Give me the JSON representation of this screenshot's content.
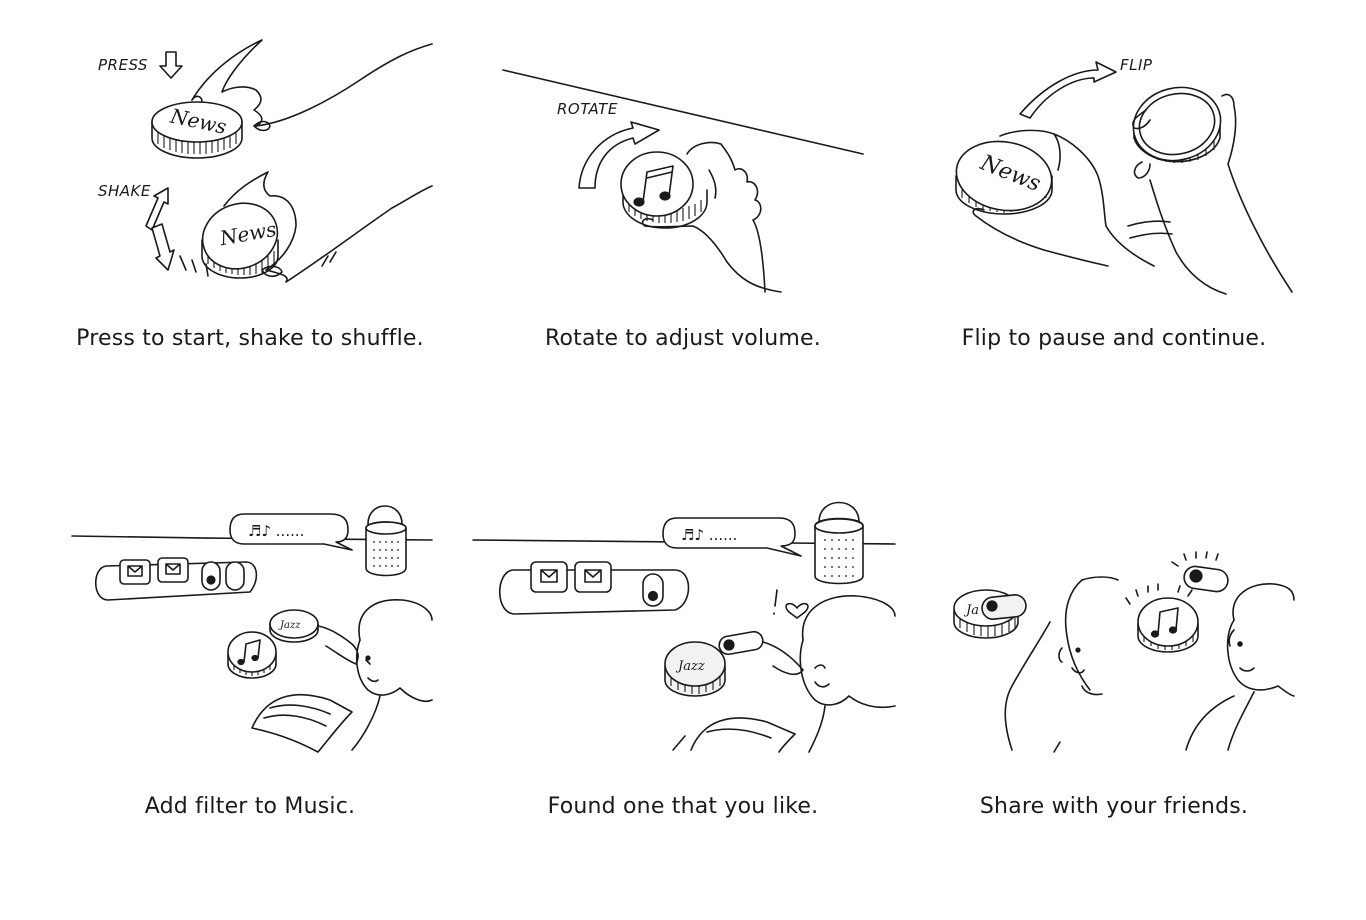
{
  "colors": {
    "ink": "#1a1a1a",
    "background": "#ffffff"
  },
  "panels": [
    {
      "caption": "Press to start, shake to shuffle.",
      "labels": {
        "press": "PRESS",
        "shake": "SHAKE"
      },
      "coin_label": "News"
    },
    {
      "caption": "Rotate to adjust volume.",
      "labels": {
        "rotate": "ROTATE"
      },
      "coin_icon": "music-note-icon"
    },
    {
      "caption": "Flip to pause and continue.",
      "labels": {
        "flip": "FLIP"
      },
      "coin_label": "News"
    },
    {
      "caption": "Add filter to Music.",
      "speech": "♬♪ ......",
      "coin_label": "Jazz"
    },
    {
      "caption": "Found one that you like.",
      "speech": "♬♪ ......",
      "coin_label": "Jazz"
    },
    {
      "caption": "Share with your friends.",
      "coin_label": "Ja"
    }
  ]
}
